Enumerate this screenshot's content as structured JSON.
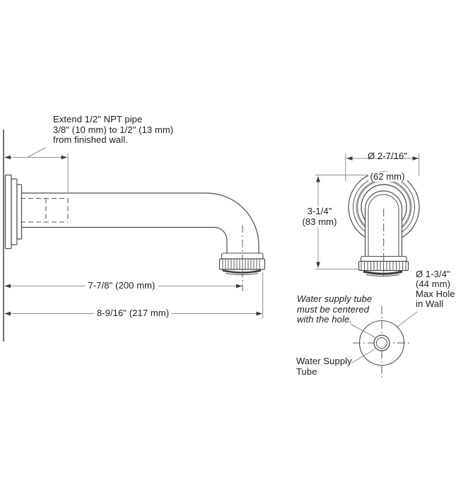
{
  "drawing_type": "faucet-spout-installation-diagram",
  "colors": {
    "background": "#ffffff",
    "outline": "#4d4d4d",
    "dimension_line": "#909090",
    "arrow": "#3c3c3c",
    "gray_ring": "#9a9a9a",
    "text": "#1b1b1b"
  },
  "side_view": {
    "npt_note": "Extend 1/2\" NPT pipe\n3/8\" (10 mm) to 1/2\" (13 mm)\nfrom finished wall.",
    "dim_spout_length": "7-7/8\" (200 mm)",
    "dim_overall_length": "8-9/16\" (217 mm)"
  },
  "front_view": {
    "dim_flange_diameter": {
      "line1": "Ø 2-7/16\"",
      "line2": "(62 mm)"
    },
    "dim_flange_height": "3-1/4\"\n(83 mm)"
  },
  "hole_detail": {
    "centering_note": "Water supply tube\nmust be centered\nwith the hole.",
    "supply_tube_label": "Water Supply\nTube",
    "max_hole_label": "Ø 1-3/4\"\n(44 mm)\nMax Hole\nin Wall"
  }
}
